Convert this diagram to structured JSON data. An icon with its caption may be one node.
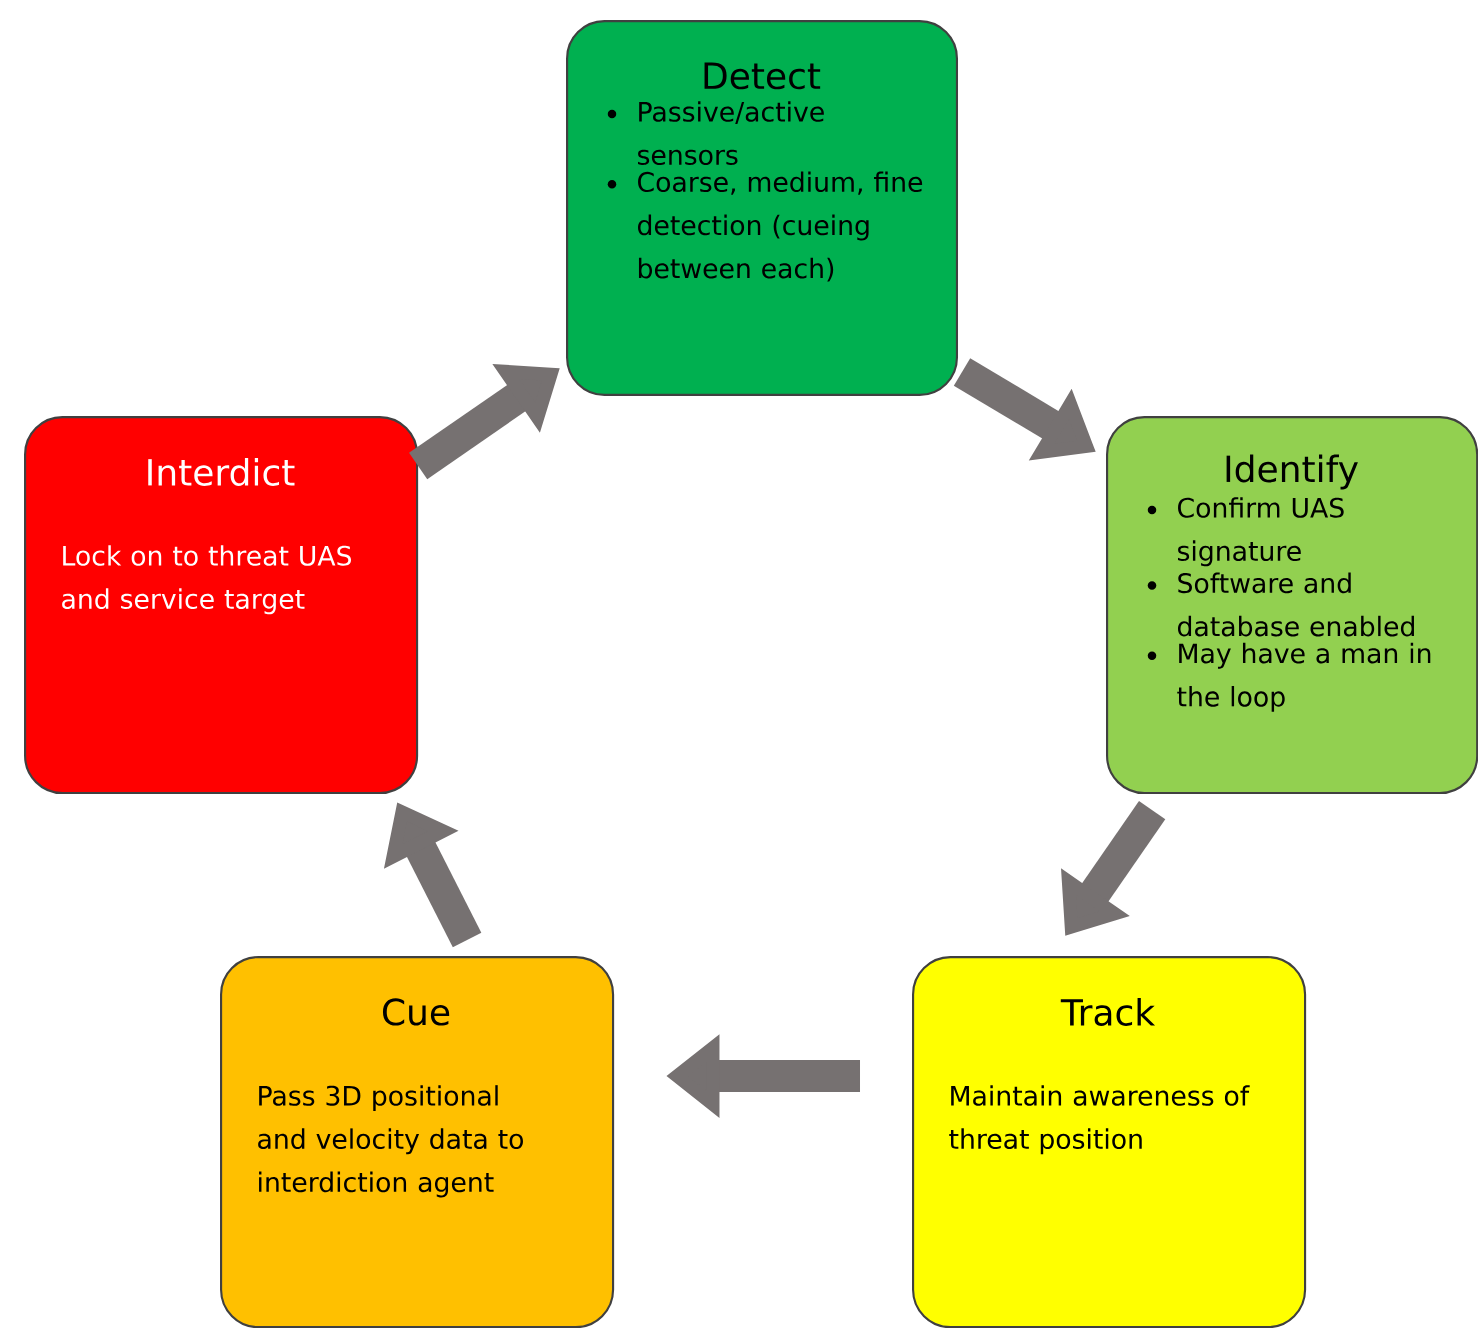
{
  "diagram": {
    "nodes": [
      {
        "text": [
          "Detect",
          "Passive/active sensors",
          "Coarse, medium, fine detection (cueing between each)"
        ]
      },
      {
        "text": [
          "Identify",
          "Confirm UAS signature",
          "Software and database enabled",
          "May have a man in the loop"
        ]
      },
      {
        "text": [
          "Track",
          "Maintain awareness of threat position"
        ]
      },
      {
        "text": [
          "Cue",
          "Pass 3D positional and velocity data to interdiction agent"
        ]
      },
      {
        "text": [
          "Interdict",
          "Lock on to threat UAS and service target"
        ]
      }
    ],
    "edges": [
      {
        "from": 0,
        "to": 1,
        "arrow": "to"
      },
      {
        "from": 1,
        "to": 2,
        "arrow": "to"
      },
      {
        "from": 2,
        "to": 3,
        "arrow": "to"
      },
      {
        "from": 3,
        "to": 4,
        "arrow": "to"
      },
      {
        "from": 4,
        "to": 0,
        "arrow": "to"
      }
    ]
  }
}
